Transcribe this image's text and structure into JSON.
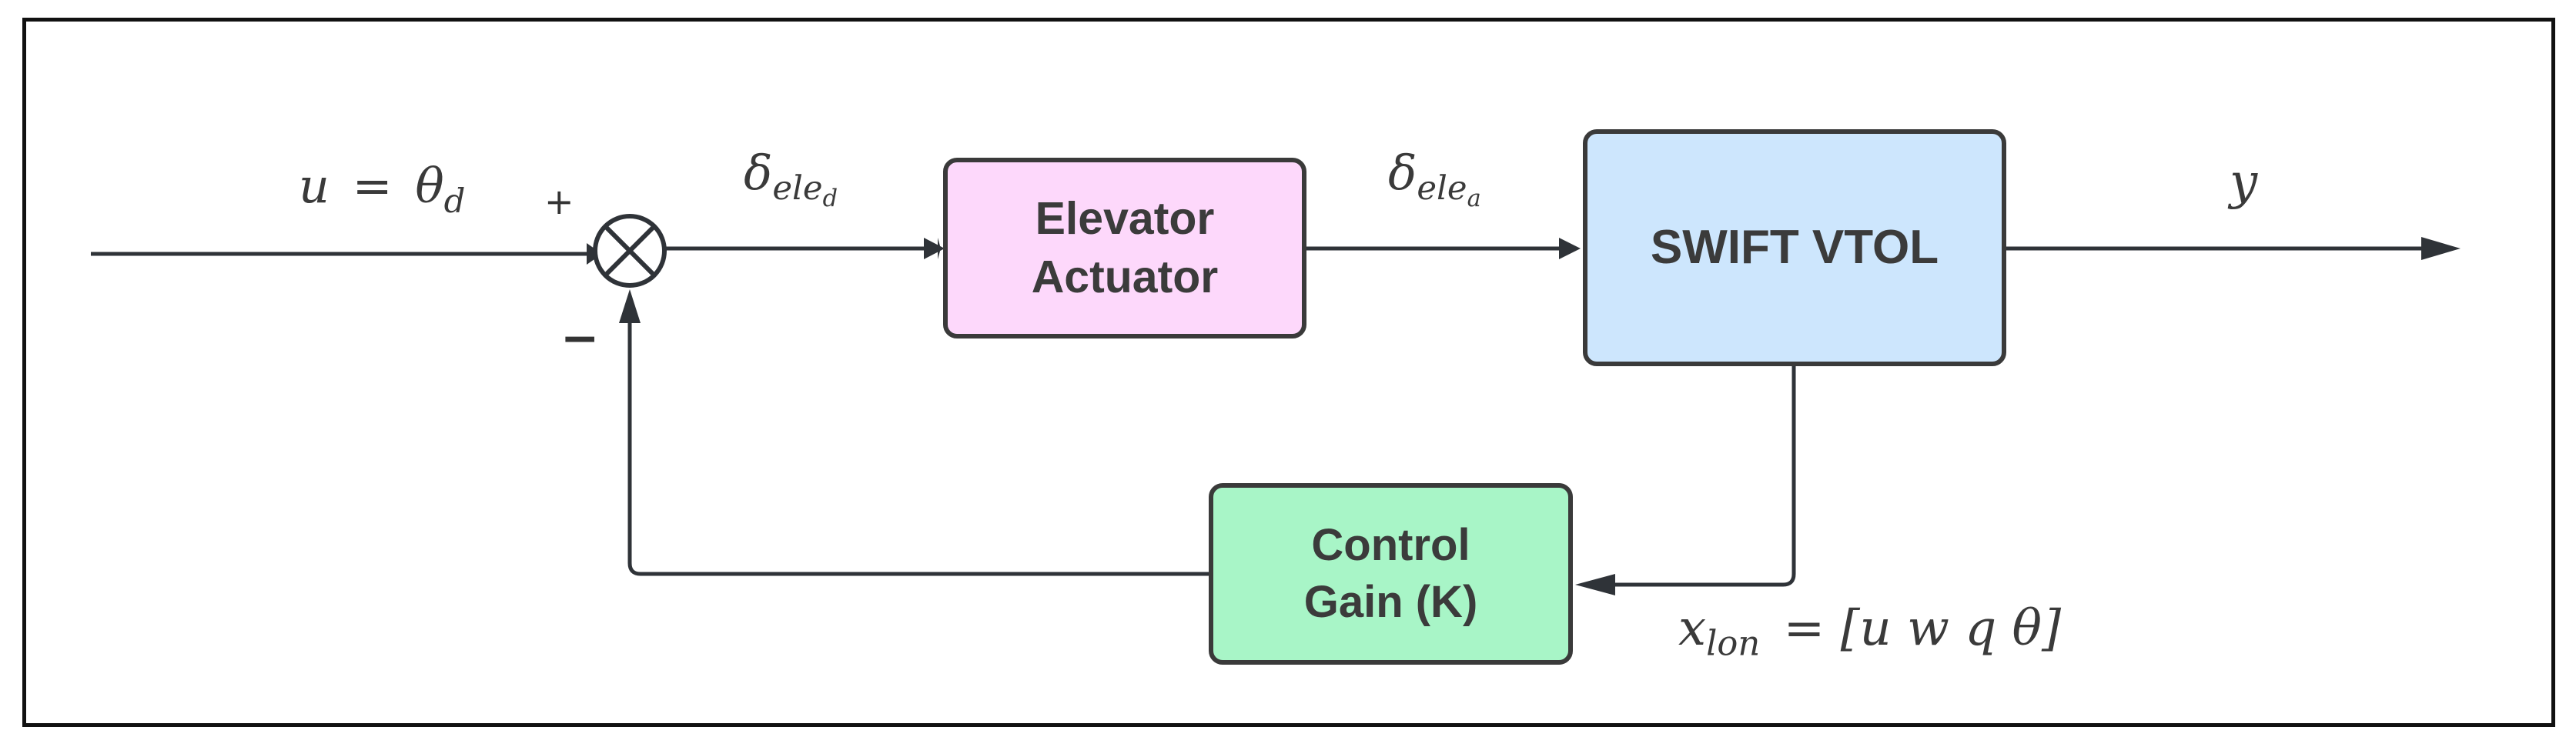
{
  "blocks": {
    "actuator": {
      "line1": "Elevator",
      "line2": "Actuator",
      "fill": "#fdd8fb"
    },
    "plant": {
      "label": "SWIFT VTOL",
      "fill": "#cde6fd"
    },
    "gain": {
      "line1": "Control",
      "line2": "Gain (K)",
      "fill": "#a8f5c7"
    }
  },
  "summing_junction": {
    "plus": "+",
    "minus": "−"
  },
  "signals": {
    "input": {
      "lhs": "u",
      "eq": "=",
      "var": "θ",
      "sub": "d"
    },
    "commanded": {
      "var": "δ",
      "sub": "ele",
      "subsub": "d"
    },
    "actual": {
      "var": "δ",
      "sub": "ele",
      "subsub": "a"
    },
    "output": {
      "var": "y"
    },
    "state": {
      "var": "x",
      "sub": "lon",
      "rhs": "= [u w q θ]"
    }
  },
  "colors": {
    "line": "#2f3338",
    "border": "#3a3a3a",
    "text": "#3b3b3b"
  }
}
